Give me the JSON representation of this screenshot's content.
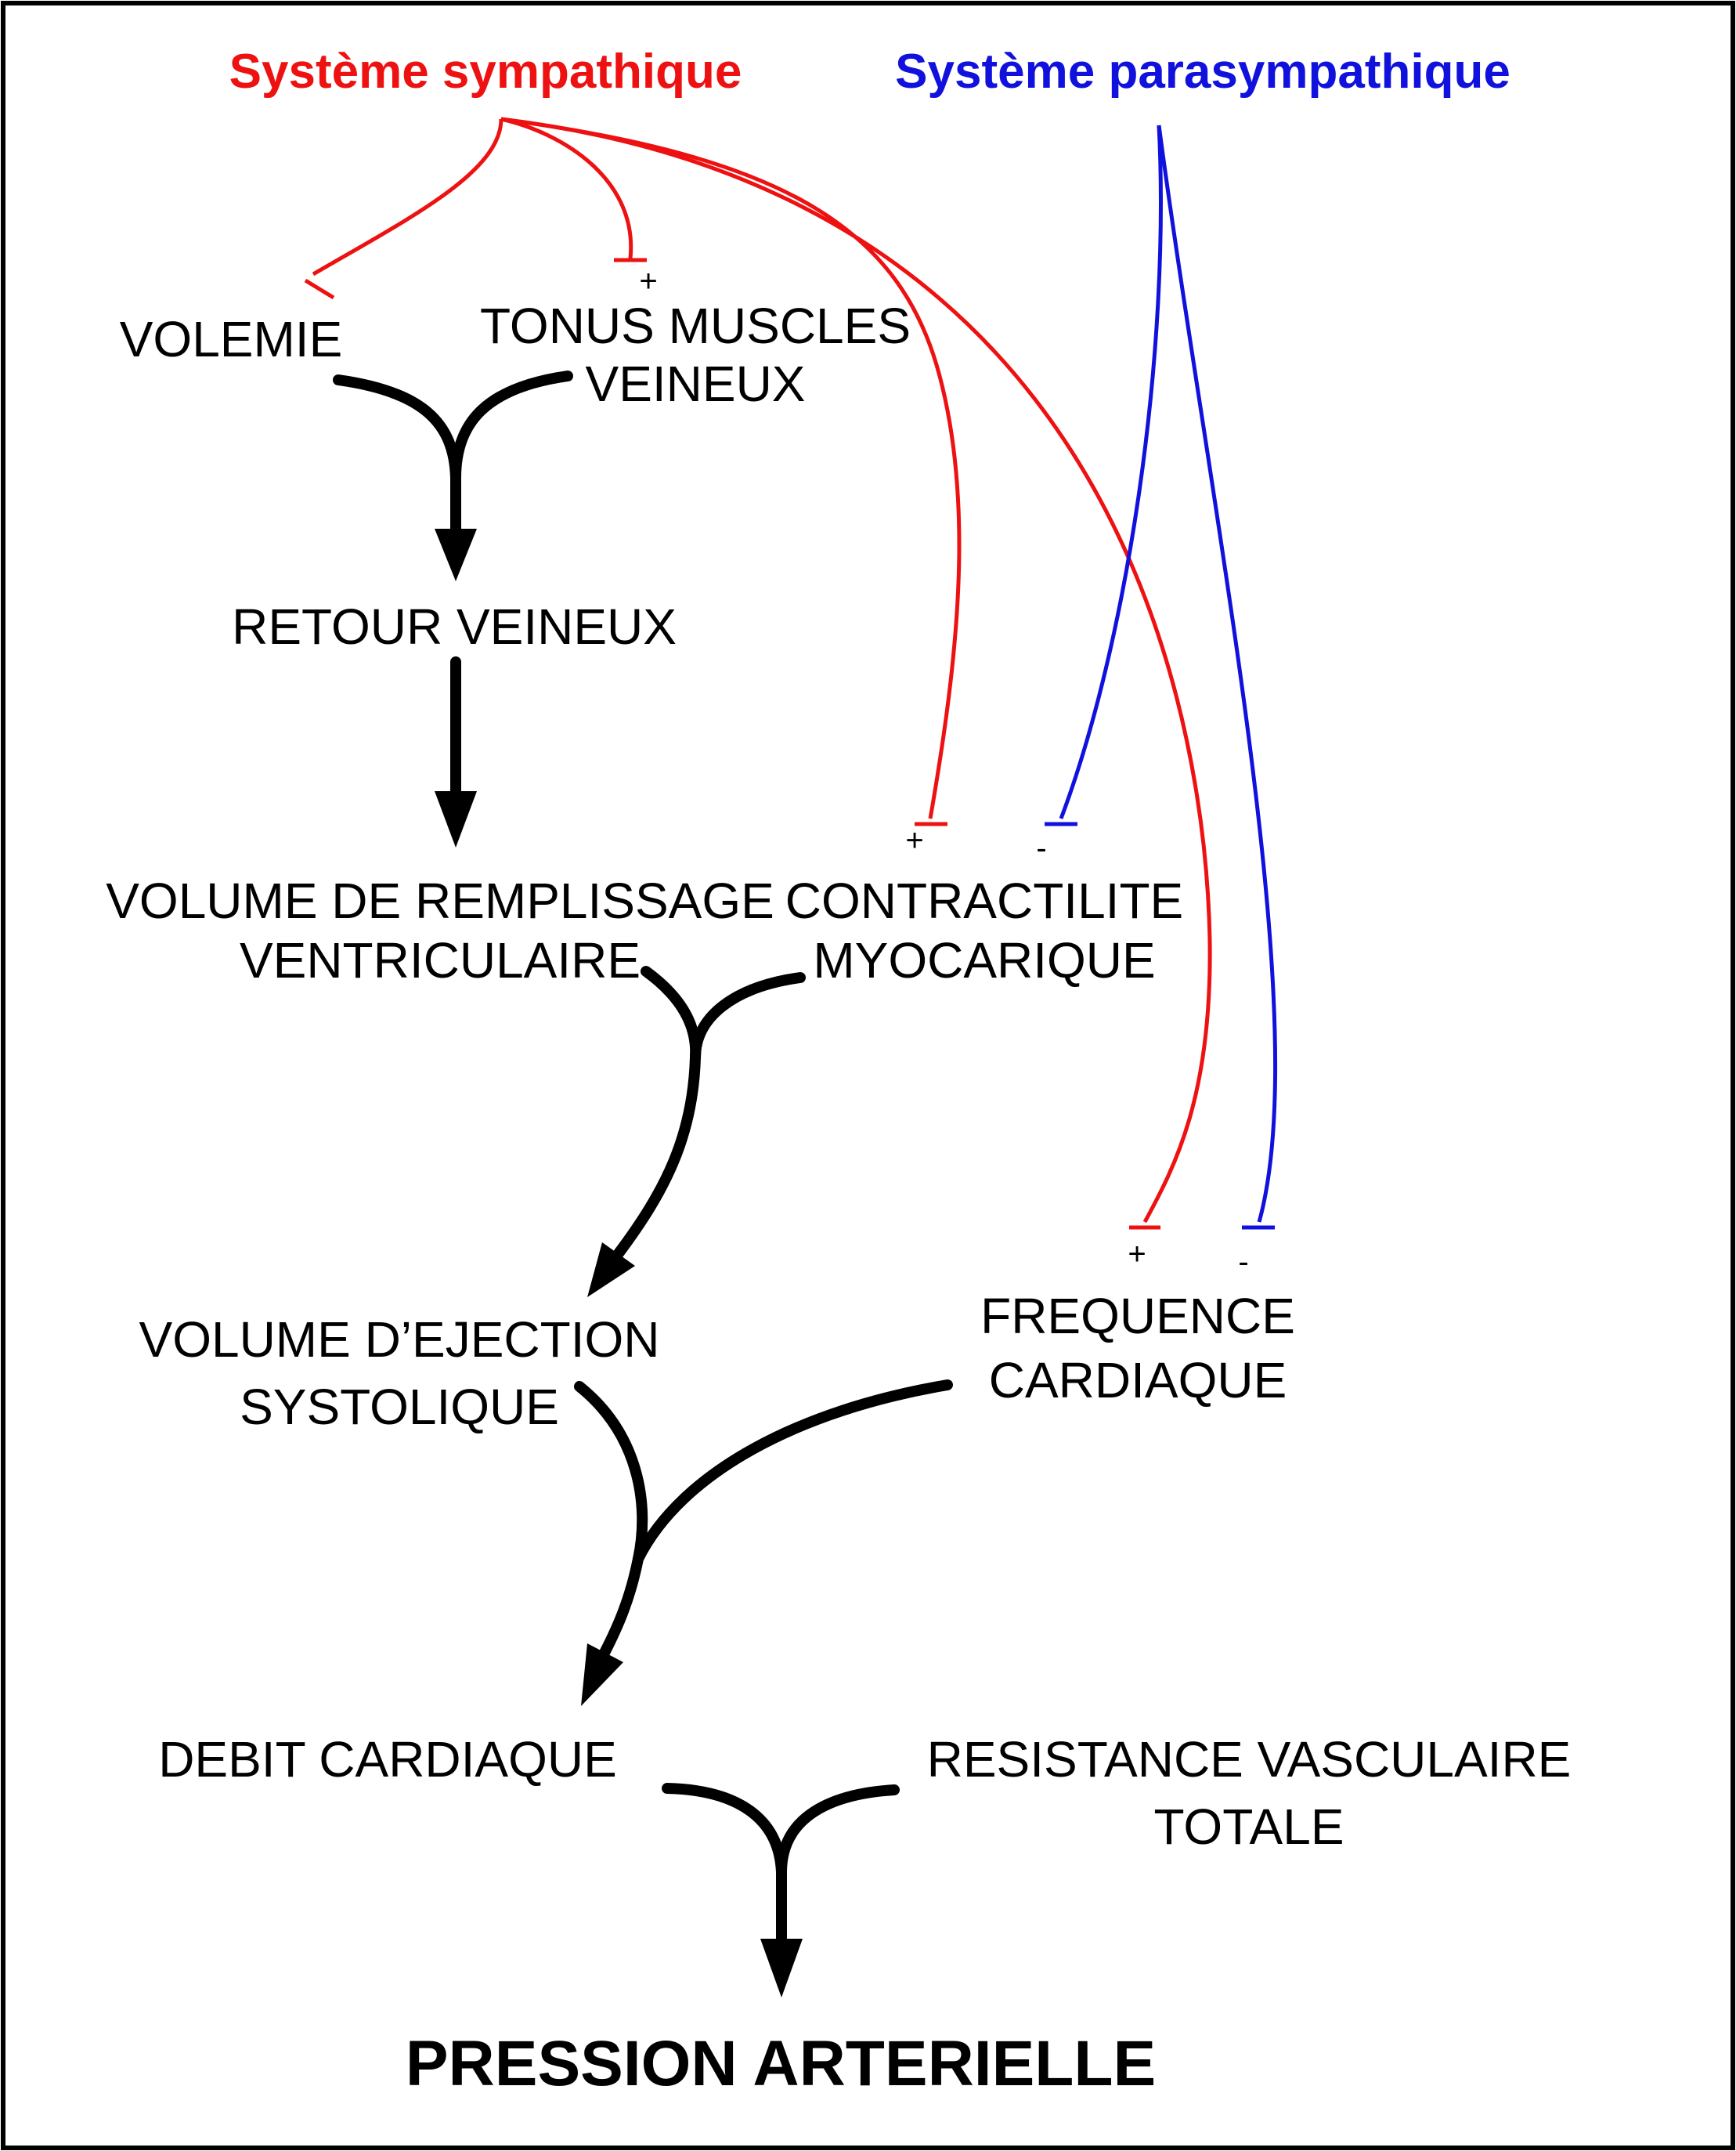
{
  "colors": {
    "sympathetic": "#ee1111",
    "parasympathetic": "#1111dd",
    "flow": "#000000",
    "border": "#000000",
    "background": "#ffffff"
  },
  "systems": {
    "sympathetic": "Système sympathique",
    "parasympathetic": "Système parasympathique"
  },
  "nodes": {
    "volemie": "VOLEMIE",
    "tonus_line1": "TONUS MUSCLES",
    "tonus_line2": "VEINEUX",
    "retour_veineux": "RETOUR VEINEUX",
    "volume_remplissage_line1": "VOLUME DE REMPLISSAGE",
    "volume_remplissage_line2": "VENTRICULAIRE",
    "contractilite_line1": "CONTRACTILITE",
    "contractilite_line2": "MYOCARIQUE",
    "volume_ejection_line1": "VOLUME D’EJECTION",
    "volume_ejection_line2": "SYSTOLIQUE",
    "frequence_line1": "FREQUENCE",
    "frequence_line2": "CARDIAQUE",
    "debit_cardiaque": "DEBIT CARDIAQUE",
    "resistance_line1": "RESISTANCE VASCULAIRE",
    "resistance_line2": "TOTALE",
    "pression_arterielle": "PRESSION ARTERIELLE"
  },
  "signs": {
    "tonus_plus": "+",
    "contractilite_plus": "+",
    "contractilite_minus": "-",
    "frequence_plus": "+",
    "frequence_minus": "-"
  }
}
